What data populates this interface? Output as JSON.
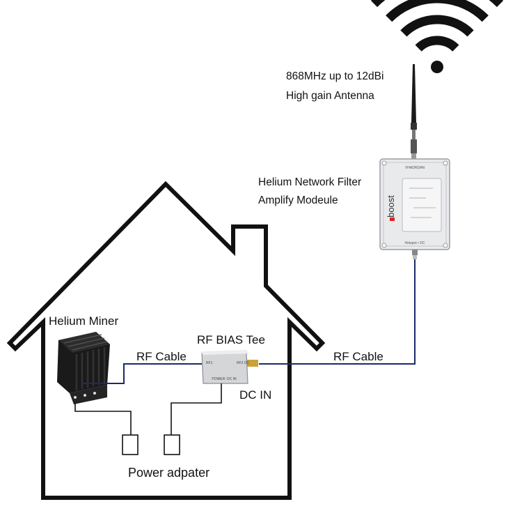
{
  "antenna": {
    "line1": "868MHz up to 12dBi",
    "line2": "High gain Antenna"
  },
  "filter_module": {
    "line1": "Helium Network Filter",
    "line2": "Amplify Modeule",
    "brand": "boost",
    "top_port": "VHADRDAN",
    "bottom_port": "Hotspot • DC"
  },
  "helium_miner": {
    "label": "Helium Miner"
  },
  "bias_tee": {
    "label": "RF BIAS Tee",
    "port_rf1": "RF1",
    "port_rf2": "RF2 DC",
    "power_label": "POWER: DC IN"
  },
  "cables": {
    "inner": "RF Cable",
    "outer": "RF Cable"
  },
  "dc_in": "DC IN",
  "power_adapter": "Power adpater",
  "colors": {
    "cable": "#1b2a6b",
    "outline": "#111111",
    "module_body": "#e9eaec"
  }
}
